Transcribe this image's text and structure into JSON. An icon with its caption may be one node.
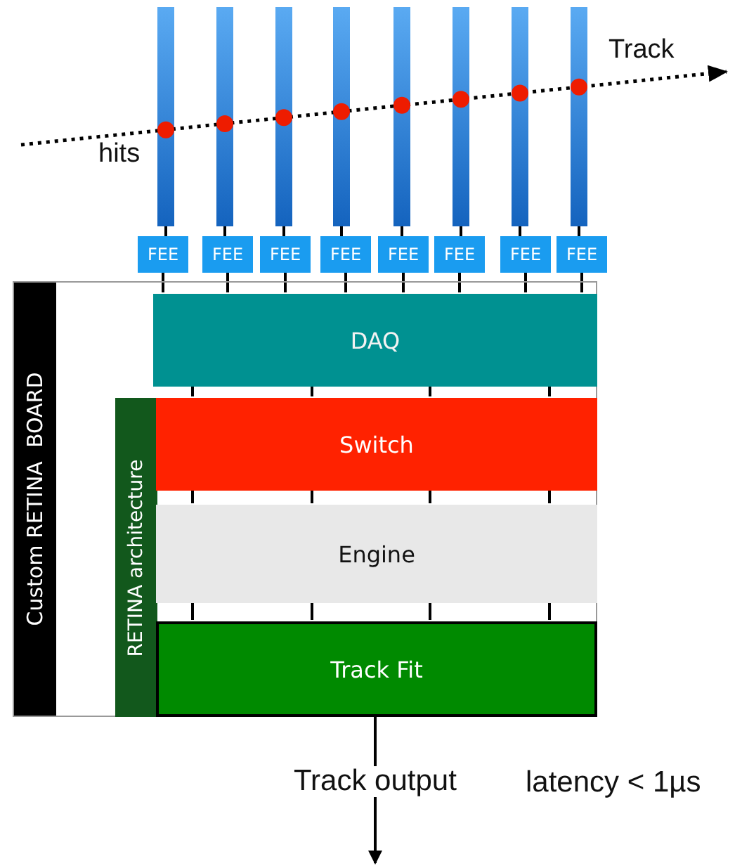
{
  "diagram": {
    "nodes": [
      {
        "text": [],
        "shape": "bar"
      },
      {
        "text": [],
        "shape": "bar"
      },
      {
        "text": [],
        "shape": "bar"
      },
      {
        "text": [],
        "shape": "bar"
      },
      {
        "text": [],
        "shape": "bar"
      },
      {
        "text": [],
        "shape": "bar"
      },
      {
        "text": [],
        "shape": "bar"
      },
      {
        "text": [],
        "shape": "bar"
      },
      {
        "text": [
          "FEE"
        ]
      },
      {
        "text": [
          "FEE"
        ]
      },
      {
        "text": [
          "FEE"
        ]
      },
      {
        "text": [
          "FEE"
        ]
      },
      {
        "text": [
          "FEE"
        ]
      },
      {
        "text": [
          "FEE"
        ]
      },
      {
        "text": [
          "FEE"
        ]
      },
      {
        "text": [
          "FEE"
        ]
      },
      {
        "text": [
          "Custom RETINA  BOARD"
        ]
      },
      {
        "text": [
          "DAQ"
        ],
        "in": 16
      },
      {
        "text": [
          "RETINA architecture"
        ],
        "in": 16
      },
      {
        "text": [
          "Switch"
        ],
        "in": 16
      },
      {
        "text": [
          "Engine"
        ],
        "in": 16
      },
      {
        "text": [
          "Track Fit"
        ],
        "in": 16
      }
    ],
    "edges": [
      {
        "from": 0,
        "to": 8,
        "arrow": "none"
      },
      {
        "from": 1,
        "to": 9,
        "arrow": "none"
      },
      {
        "from": 2,
        "to": 10,
        "arrow": "none"
      },
      {
        "from": 3,
        "to": 11,
        "arrow": "none"
      },
      {
        "from": 4,
        "to": 12,
        "arrow": "none"
      },
      {
        "from": 5,
        "to": 13,
        "arrow": "none"
      },
      {
        "from": 6,
        "to": 14,
        "arrow": "none"
      },
      {
        "from": 7,
        "to": 15,
        "arrow": "none"
      },
      {
        "from": 8,
        "to": 17,
        "arrow": "none"
      },
      {
        "from": 9,
        "to": 17,
        "arrow": "none"
      },
      {
        "from": 10,
        "to": 17,
        "arrow": "none"
      },
      {
        "from": 11,
        "to": 17,
        "arrow": "none"
      },
      {
        "from": 12,
        "to": 17,
        "arrow": "none"
      },
      {
        "from": 13,
        "to": 17,
        "arrow": "none"
      },
      {
        "from": 14,
        "to": 17,
        "arrow": "none"
      },
      {
        "from": 15,
        "to": 17,
        "arrow": "none"
      },
      {
        "from": 17,
        "to": 19,
        "arrow": "none"
      },
      {
        "from": 17,
        "to": 19,
        "arrow": "none"
      },
      {
        "from": 17,
        "to": 19,
        "arrow": "none"
      },
      {
        "from": 17,
        "to": 19,
        "arrow": "none"
      },
      {
        "from": 19,
        "to": 20,
        "arrow": "none"
      },
      {
        "from": 19,
        "to": 20,
        "arrow": "none"
      },
      {
        "from": 19,
        "to": 20,
        "arrow": "none"
      },
      {
        "from": 19,
        "to": 20,
        "arrow": "none"
      },
      {
        "from": 20,
        "to": 21,
        "arrow": "none"
      },
      {
        "from": 20,
        "to": 21,
        "arrow": "none"
      },
      {
        "from": 20,
        "to": 21,
        "arrow": "none"
      },
      {
        "from": 20,
        "to": 21,
        "arrow": "none"
      },
      {
        "from": 21,
        "to": null,
        "arrow": "to",
        "label": "Track output"
      }
    ],
    "labels": [
      "Track",
      "hits",
      "latency < 1µs"
    ]
  }
}
